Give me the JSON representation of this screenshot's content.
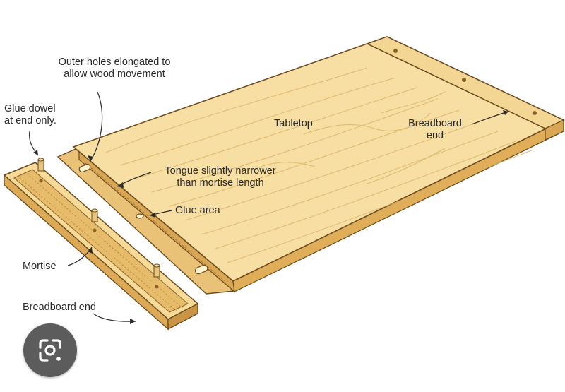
{
  "diagram": {
    "labels": {
      "outer_holes": "Outer holes elongated to\nallow wood movement",
      "glue_dowel": "Glue dowel\nat end only.",
      "tabletop": "Tabletop",
      "breadboard_end_top": "Breadboard\nend",
      "tongue": "Tongue slightly narrower\nthan mortise length",
      "glue_area": "Glue area",
      "mortise": "Mortise",
      "breadboard_end_bottom": "Breadboard end"
    },
    "colors": {
      "wood_top": "#f6dc9c",
      "wood_edge": "#e3b863",
      "wood_dark": "#c99444",
      "outline": "#6b4a1e",
      "grain": "#d9b56c"
    }
  },
  "overlay": {
    "lens_button_icon": "google-lens-icon"
  }
}
